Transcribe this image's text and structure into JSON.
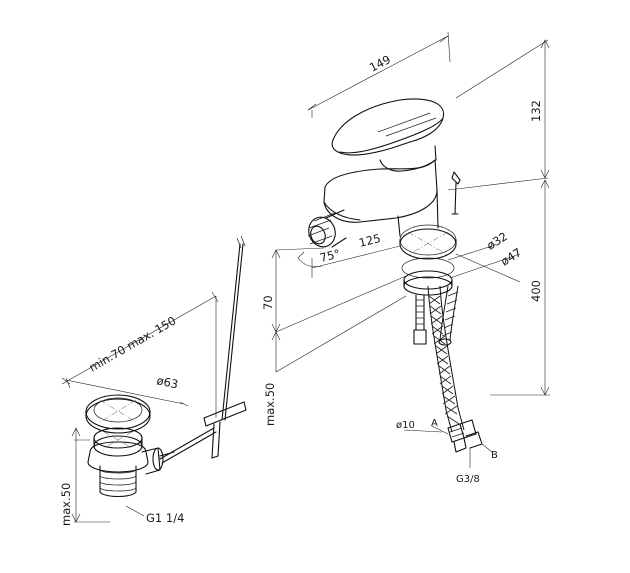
{
  "faucet": {
    "width_label": "149",
    "height_label": "132",
    "total_height_label": "400",
    "spout_reach_label": "125",
    "angle_label": "75°",
    "deck_hole_label": "ø32",
    "base_diameter_label": "ø47",
    "deck_offset_label": "70",
    "counter_thickness_label": "max.50",
    "hose_a_label": "A",
    "hose_b_label": "B",
    "hose_d_label": "ø10",
    "thread_label": "G3/8"
  },
  "waste": {
    "length_range_label": "min.70  max. 150",
    "diameter_label": "ø63",
    "thickness_label": "max.50",
    "thread_label": "G1 1/4"
  }
}
